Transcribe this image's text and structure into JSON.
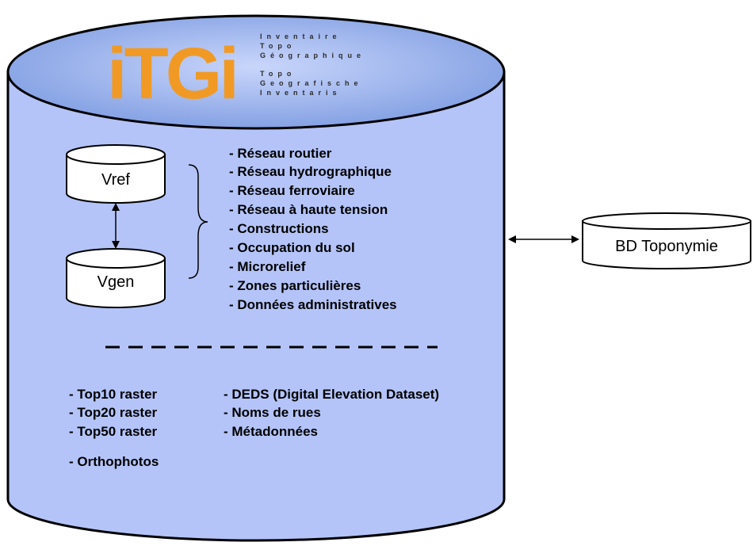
{
  "logo": {
    "text": "iTGi",
    "tagline_fr": [
      "Inventaire",
      "Topo",
      "Géographique"
    ],
    "tagline_nl": [
      "Topo",
      "Geografische",
      "Inventaris"
    ]
  },
  "inner_cylinders": {
    "top": "Vref",
    "bottom": "Vgen"
  },
  "themes": [
    "- Réseau routier",
    "- Réseau hydrographique",
    "- Réseau ferroviaire",
    "- Réseau à haute tension",
    "- Constructions",
    "- Occupation du sol",
    "- Microrelief",
    "- Zones particulières",
    "- Données administratives"
  ],
  "rasters": [
    "- Top10 raster",
    "- Top20 raster",
    "- Top50 raster"
  ],
  "orthophotos": "- Orthophotos",
  "other_data": [
    "- DEDS (Digital Elevation Dataset)",
    "- Noms de rues",
    "- Métadonnées"
  ],
  "external_db": "BD Toponymie",
  "colors": {
    "main_body": "#b4c4f8",
    "main_top": "#8aa6e6",
    "logo": "#f09a25",
    "outline": "#000000"
  }
}
